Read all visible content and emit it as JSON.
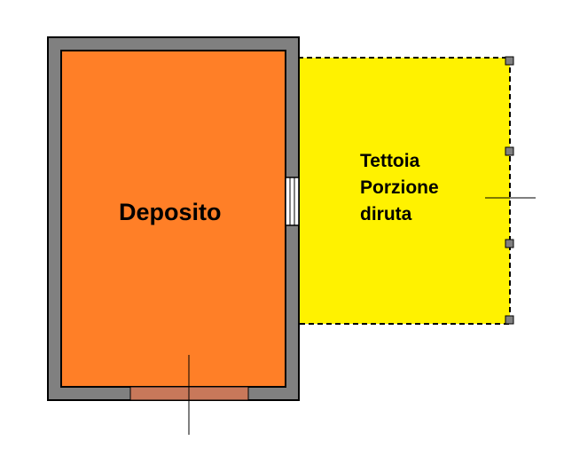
{
  "plan": {
    "rooms": [
      {
        "id": "deposito",
        "label": "Deposito",
        "fill": "#FF7F27",
        "wall": "#808080",
        "door_fill": "#C8785A"
      },
      {
        "id": "tettoia",
        "label_lines": [
          "Tettoia",
          "Porzione",
          "diruta"
        ],
        "fill": "#FFF200",
        "border": "dashed"
      }
    ],
    "colors": {
      "outline": "#000000",
      "background": "#FFFFFF",
      "window_glass": "#FFFFFF",
      "handle": "#808080"
    }
  }
}
